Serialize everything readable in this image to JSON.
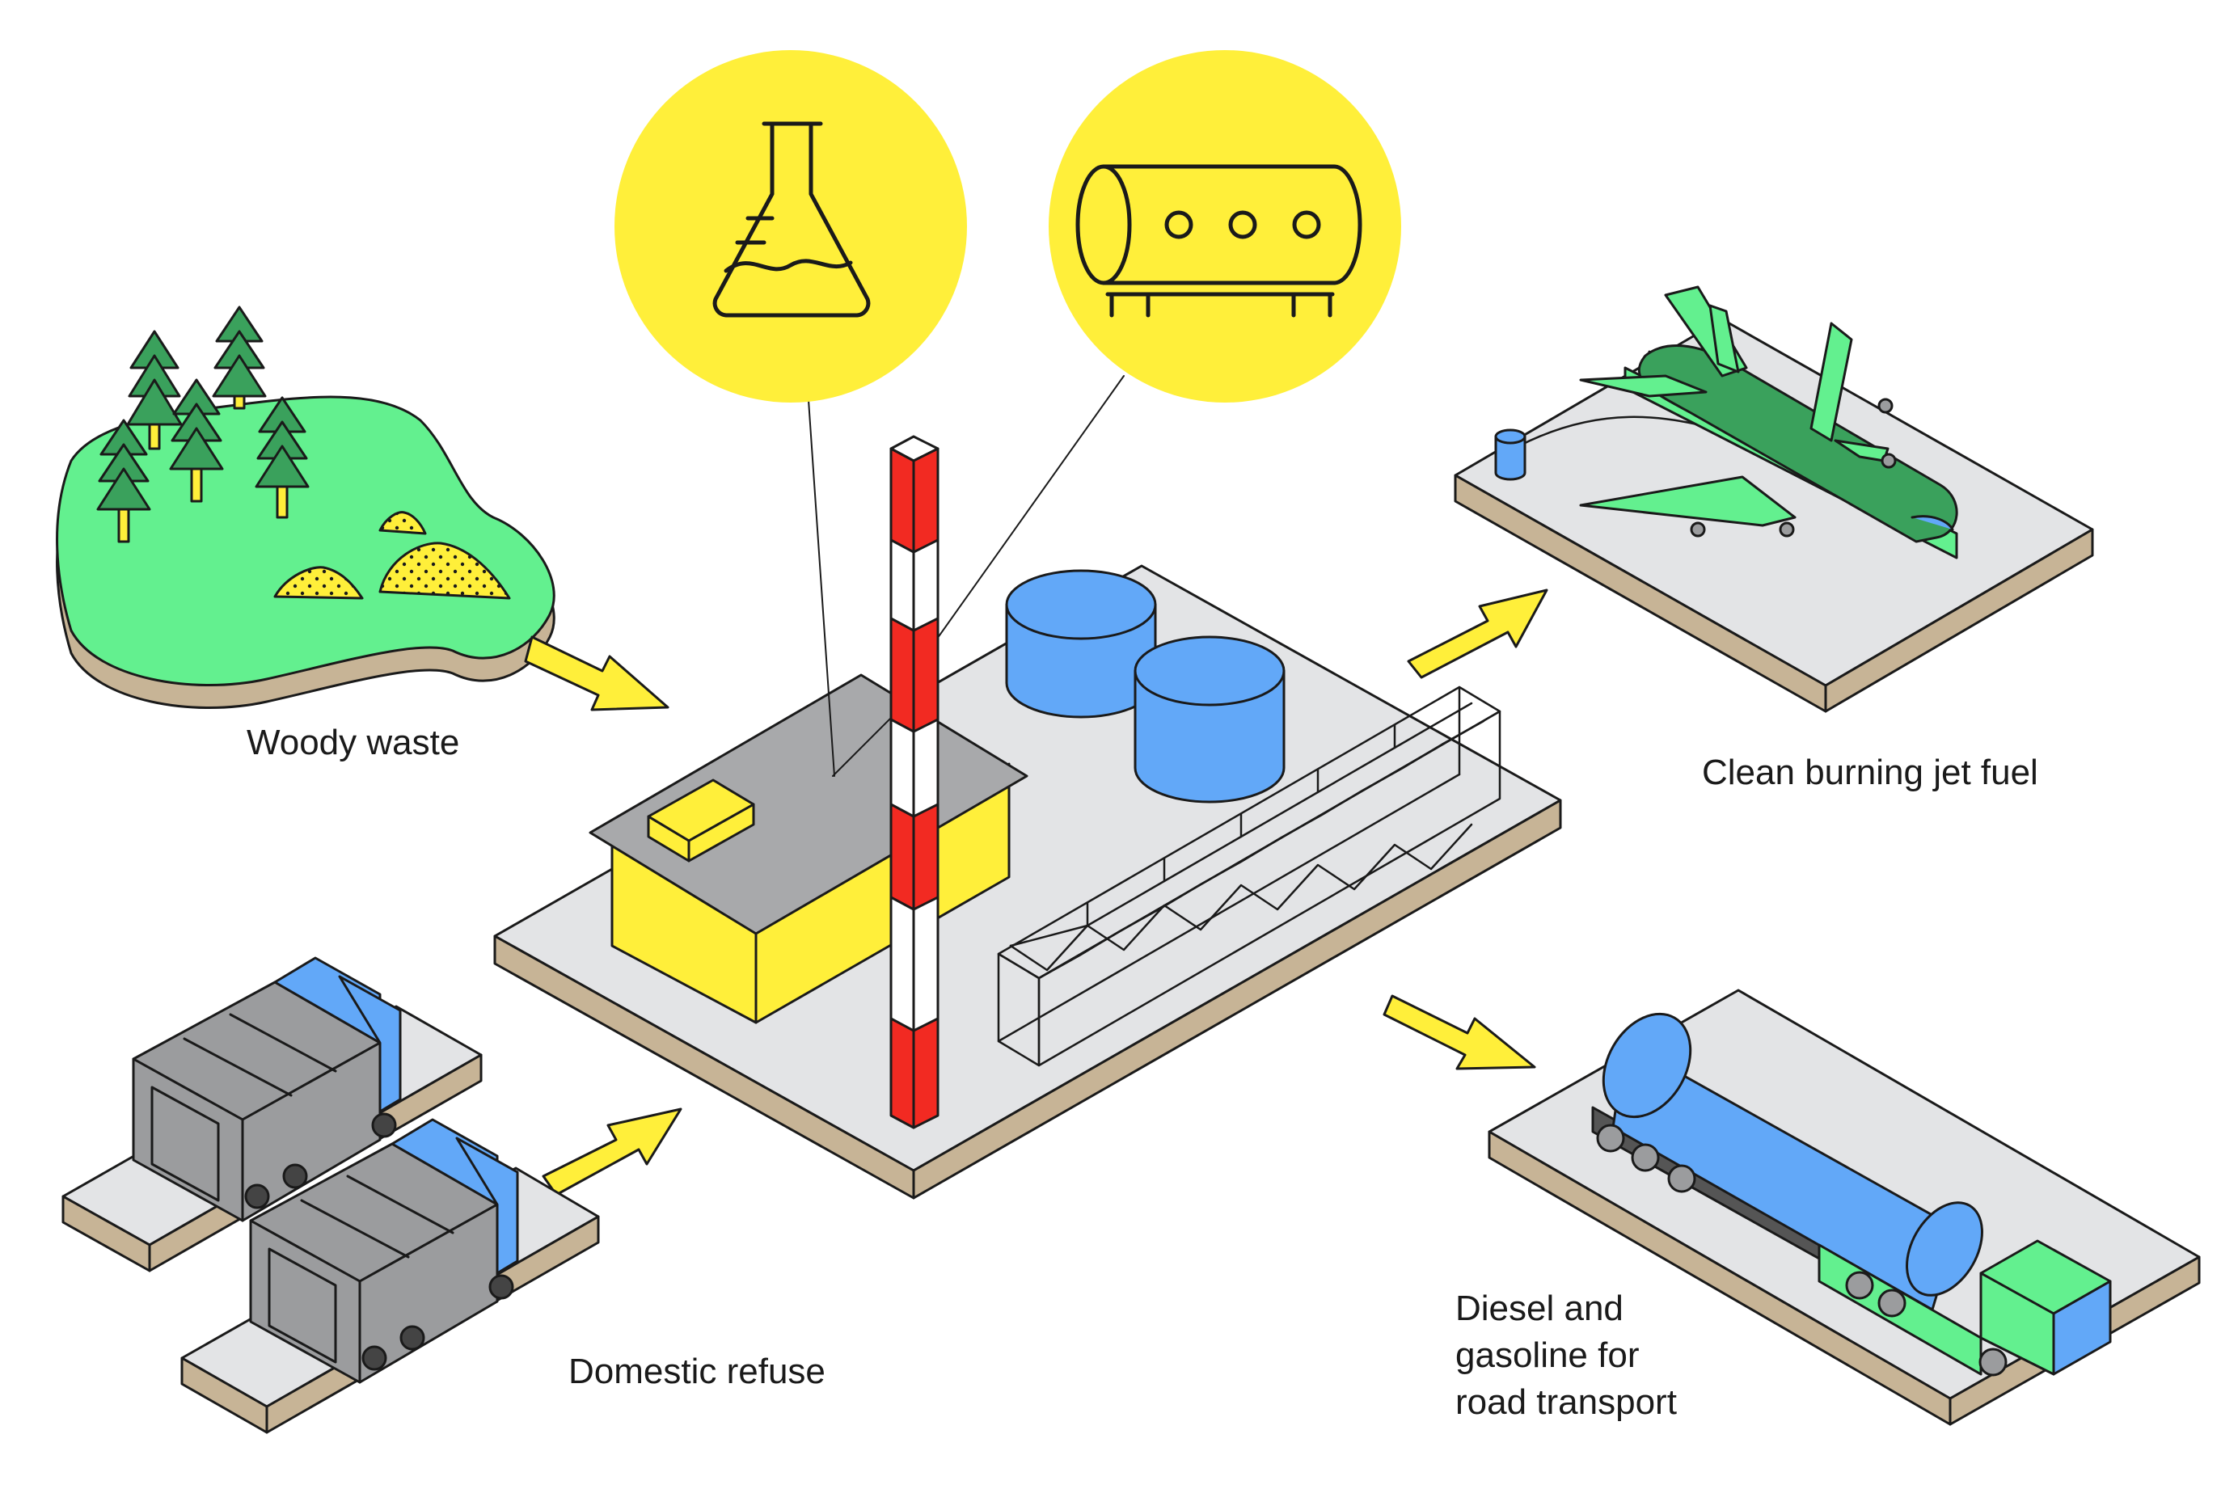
{
  "labels": {
    "woody_waste": "Woody waste",
    "domestic_refuse": "Domestic refuse",
    "jet_fuel": "Clean burning jet fuel",
    "road_fuel": [
      "Diesel and",
      "gasoline for",
      "road transport"
    ]
  },
  "icons": {
    "lab_callout": "erlenmeyer-flask-icon",
    "storage_callout": "storage-tank-icon"
  },
  "colors": {
    "accent_yellow": "#FFEF3A",
    "grass_green": "#63F08F",
    "tree_green": "#3AA15C",
    "water_blue": "#62A8F8",
    "platform_grey": "#E3E4E6",
    "platform_edge": "#C7B496",
    "roof_grey": "#A8A9AB",
    "truck_grey": "#9B9C9E",
    "chimney_red": "#F22A22"
  }
}
